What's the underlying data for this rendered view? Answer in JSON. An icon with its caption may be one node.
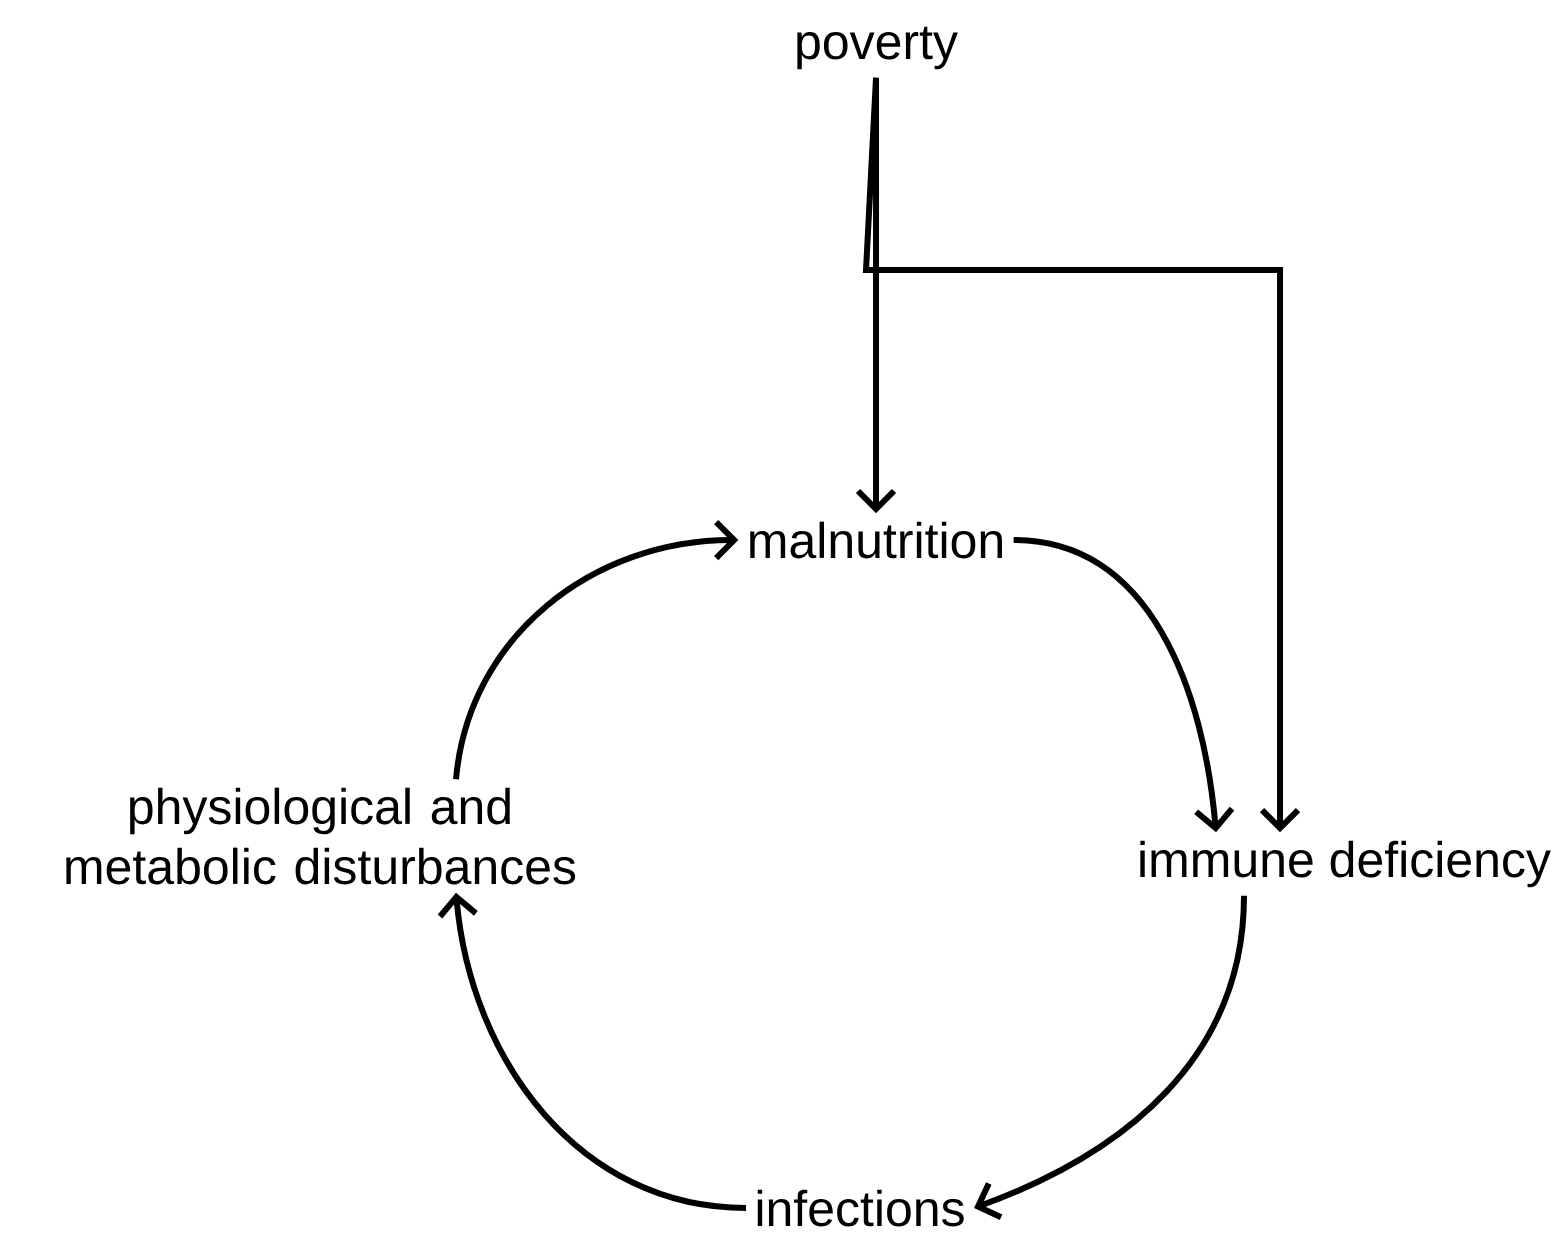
{
  "diagram": {
    "nodes": [
      {
        "text": [
          "poverty"
        ]
      },
      {
        "text": [
          "malnutrition"
        ]
      },
      {
        "text": [
          "physiological and metabolic disturbances"
        ]
      },
      {
        "text": [
          "immune deficiency"
        ]
      },
      {
        "text": [
          "infections"
        ]
      }
    ],
    "edges": [
      {
        "from": 0,
        "to": 1,
        "arrow": "to"
      },
      {
        "from": 0,
        "to": 3,
        "arrow": "to"
      },
      {
        "from": 1,
        "to": 3,
        "arrow": "to"
      },
      {
        "from": 3,
        "to": 4,
        "arrow": "to"
      },
      {
        "from": 4,
        "to": 2,
        "arrow": "to"
      },
      {
        "from": 2,
        "to": 1,
        "arrow": "to"
      }
    ]
  }
}
